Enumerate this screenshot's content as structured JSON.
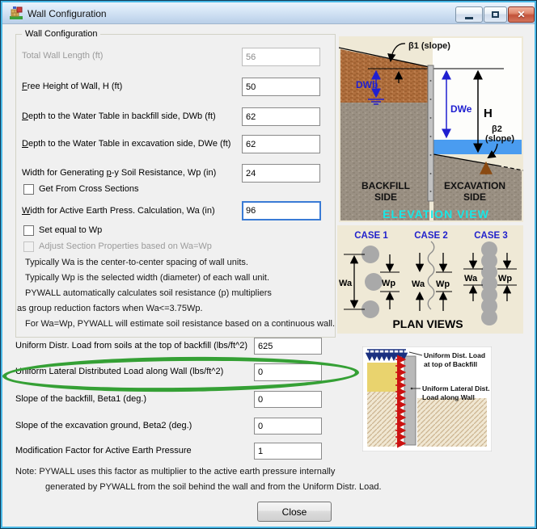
{
  "window": {
    "title": "Wall Configuration"
  },
  "icons": {
    "close_glyph": "✕"
  },
  "groupbox": {
    "title": "Wall Configuration"
  },
  "fields": {
    "total_length": {
      "label": "Total Wall Length (ft)",
      "value": "56",
      "disabled": true
    },
    "free_height": {
      "label_pre": "",
      "label_key": "F",
      "label_rest": "ree Height of Wall, H (ft)",
      "value": "50"
    },
    "dwb": {
      "label_pre": "",
      "label_key": "D",
      "label_rest": "epth to the Water Table in backfill side, DWb (ft)",
      "value": "62"
    },
    "dwe": {
      "label_pre": "",
      "label_key": "D",
      "label_rest": "epth to the Water Table in excavation side, DWe (ft)",
      "value": "62"
    },
    "wp": {
      "label_pre": "Width for Generating ",
      "label_key": "p",
      "label_rest": "-y Soil Resistance, Wp (in)",
      "value": "24"
    },
    "wa": {
      "label_pre": "",
      "label_key": "W",
      "label_rest": "idth for Active Earth Press. Calculation, Wa (in)",
      "value": "96",
      "focused": true
    },
    "uniform_top": {
      "label": "Uniform Distr. Load from soils at the top of backfill  (lbs/ft^2)",
      "value": "625"
    },
    "uniform_lateral": {
      "label": "Uniform Lateral Distributed Load along Wall (lbs/ft^2)",
      "value": "0"
    },
    "beta1": {
      "label": "Slope of the backfill, Beta1 (deg.)",
      "value": "0"
    },
    "beta2": {
      "label": "Slope of the excavation ground, Beta2 (deg.)",
      "value": "0"
    },
    "mod_factor": {
      "label": "Modification Factor for Active Earth Pressure",
      "value": "1"
    }
  },
  "checkboxes": {
    "get_from_cross_sections": {
      "label": "Get From Cross Sections",
      "checked": false
    },
    "set_equal_wp": {
      "label": "Set equal to Wp",
      "checked": false
    },
    "adjust_section": {
      "label": "Adjust Section Properties based on Wa=Wp",
      "checked": false,
      "disabled": true
    }
  },
  "notes": {
    "wa_note1": "Typically Wa is the center-to-center spacing of wall units.",
    "wa_note2": "Typically Wp is the selected width (diameter) of each wall unit.",
    "wa_note3": "PYWALL automatically calculates soil resistance (p) multipliers",
    "wa_note4": "as group reduction factors when Wa<=3.75Wp.",
    "wa_note5": "For Wa=Wp, PYWALL will estimate soil resistance based on a continuous wall.",
    "factor_note1": "Note:  PYWALL uses this factor as multiplier to the active earth pressure internally",
    "factor_note2": "generated by PYWALL from the soil behind the wall and from the Uniform Distr. Load."
  },
  "buttons": {
    "close": "Close"
  },
  "elevation": {
    "beta1_label": "β1 (slope)",
    "dwb": "DWb",
    "dwe": "DWe",
    "h": "H",
    "beta2_line1": "β2",
    "beta2_line2": "(slope)",
    "backfill_line1": "BACKFILL",
    "backfill_line2": "SIDE",
    "excavation_line1": "EXCAVATION",
    "excavation_line2": "SIDE",
    "caption": "ELEVATION VIEW"
  },
  "plan": {
    "case1": "CASE 1",
    "case2": "CASE 2",
    "case3": "CASE 3",
    "wa": "Wa",
    "wp": "Wp",
    "caption": "PLAN VIEWS"
  },
  "load_diagram": {
    "label1_line1": "Uniform Dist. Load",
    "label1_line2": "at top of Backfill",
    "label2_line1": "Uniform Lateral Dist.",
    "label2_line2": "Load along Wall"
  },
  "colors": {
    "highlight_ellipse": "#35a035",
    "focus_border": "#3a7bd5",
    "water_blue": "#4a9cf0",
    "backfill_brown": "#b06f3e",
    "soil_gray": "#9a9083",
    "diagram_bg": "#efe9d6",
    "label_blue": "#2222cc",
    "caption_cyan": "#16e8e8",
    "load_red": "#cc1111",
    "load_navy": "#1a3080"
  }
}
